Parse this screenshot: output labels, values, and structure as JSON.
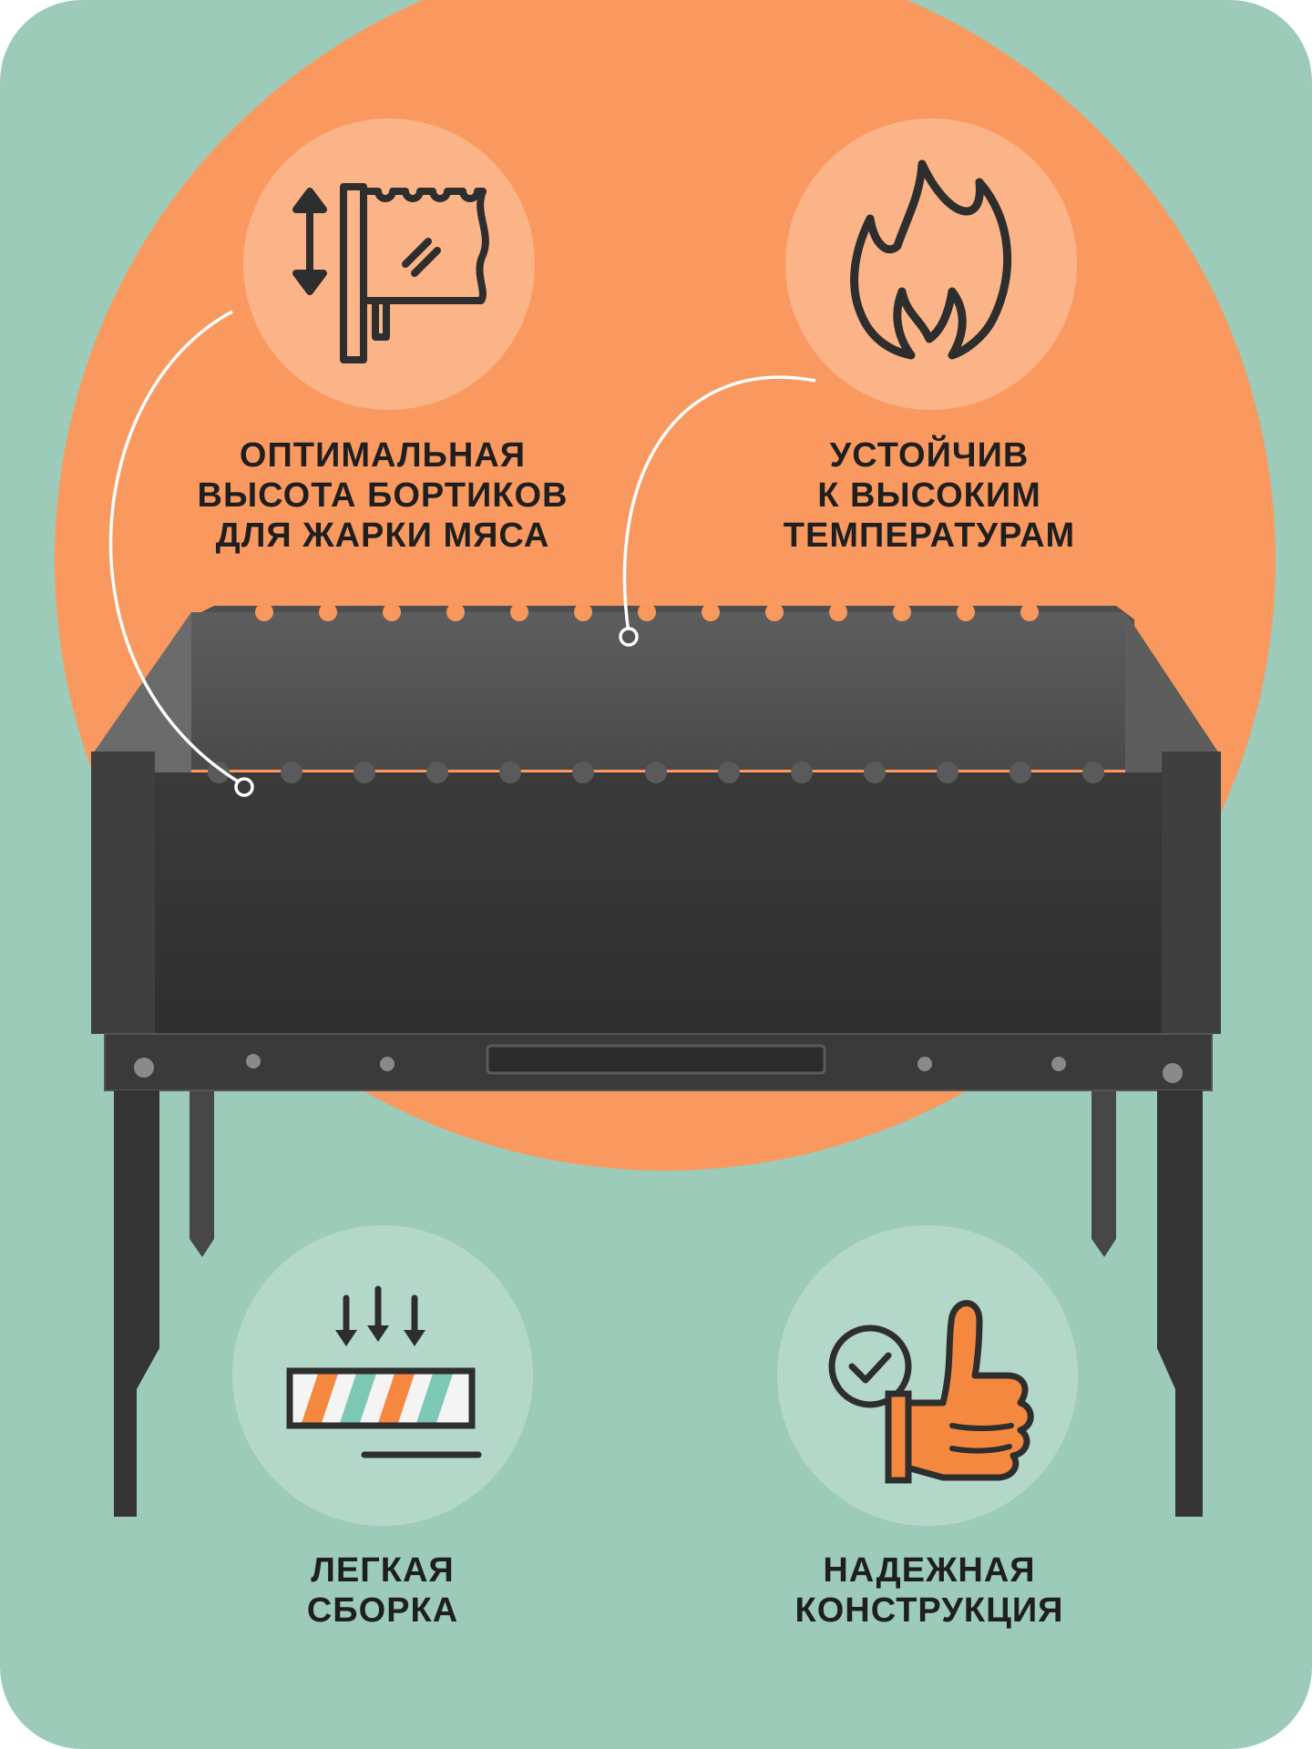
{
  "colors": {
    "background_mint": "#9ccbb9",
    "accent_orange": "#fa995f",
    "bubble_light_orange": "#fbb487",
    "bubble_light_mint": "#b7dbcd",
    "grill_steel": "#3c3c3c",
    "icon_stroke": "#2e2e2e",
    "text": "#1f1f1f"
  },
  "features": [
    {
      "text": "ОПТИМАЛЬНАЯ\nВЫСОТА БОРТИКОВ\nДЛЯ ЖАРКИ МЯСА",
      "icon": "grill-wall-height-icon"
    },
    {
      "text": "УСТОЙЧИВ\nК ВЫСОКИМ\nТЕМПЕРАТУРАМ",
      "icon": "flame-icon"
    },
    {
      "text": "ЛЕГКАЯ\nСБОРКА",
      "icon": "assembly-arrows-icon"
    },
    {
      "text": "НАДЕЖНАЯ\nКОНСТРУКЦИЯ",
      "icon": "thumbs-up-check-icon"
    }
  ],
  "product": {
    "image": "portable-steel-grill-mangal"
  }
}
